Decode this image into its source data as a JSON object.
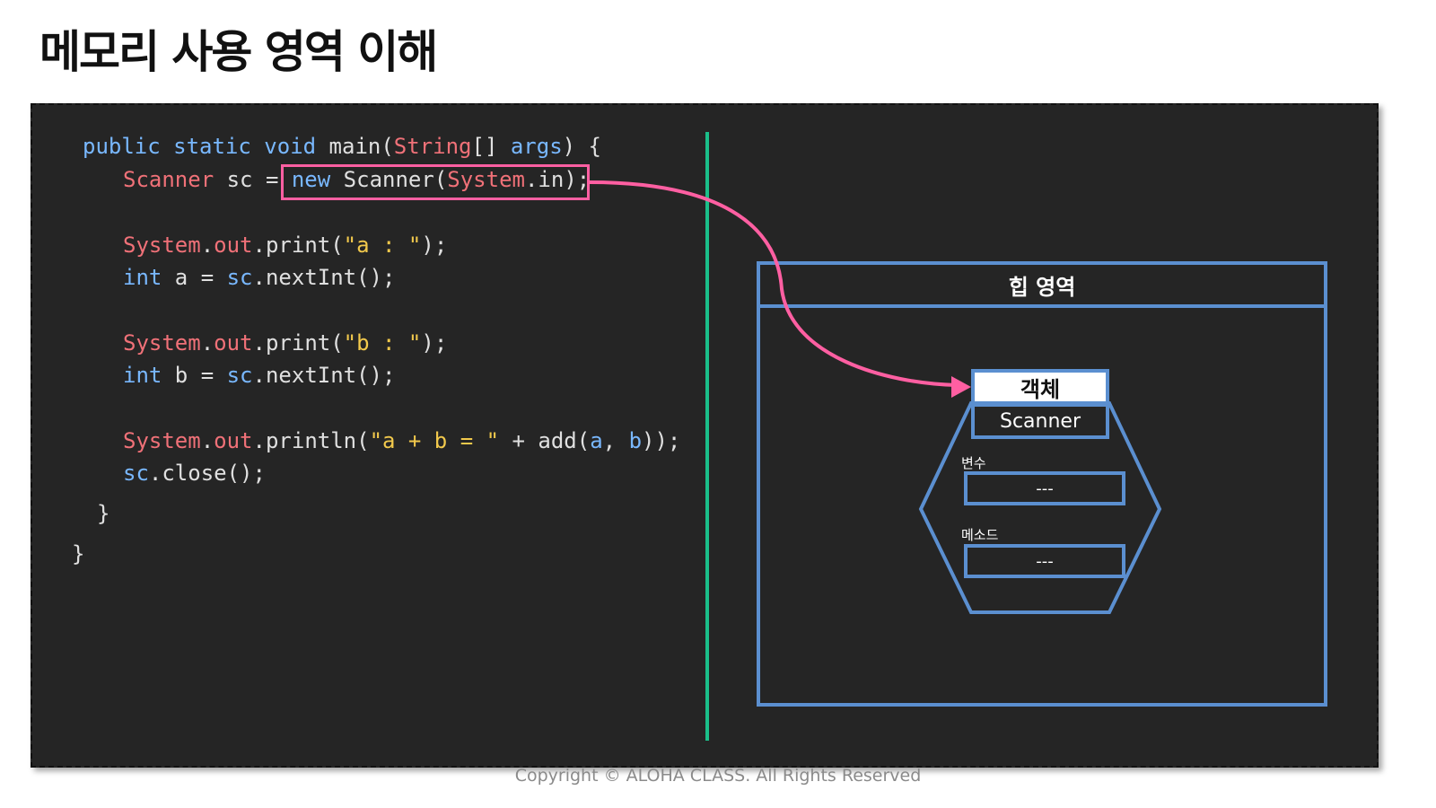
{
  "title": "메모리 사용 영역 이해",
  "code": {
    "line1": {
      "t1": "public static void ",
      "t2": "main(",
      "t3": "String",
      "t4": "[] ",
      "t5": "args",
      "t6": ") {"
    },
    "line2": {
      "t1": "Scanner",
      "t2": " sc = ",
      "t3": "new",
      "t4": " Scanner(",
      "t5": "System",
      "t6": ".in);"
    },
    "line3": {
      "t1": "System",
      "t2": ".",
      "t3": "out",
      "t4": ".print(",
      "t5": "\"a : \"",
      "t6": ");"
    },
    "line4": {
      "t1": "int",
      "t2": " a = ",
      "t3": "sc",
      "t4": ".nextInt();"
    },
    "line5": {
      "t1": "System",
      "t2": ".",
      "t3": "out",
      "t4": ".print(",
      "t5": "\"b : \"",
      "t6": ");"
    },
    "line6": {
      "t1": "int",
      "t2": " b = ",
      "t3": "sc",
      "t4": ".nextInt();"
    },
    "line7": {
      "t1": "System",
      "t2": ".",
      "t3": "out",
      "t4": ".println(",
      "t5": "\"a + b = \"",
      "t6": " + add(",
      "t7": "a",
      "t8": ", ",
      "t9": "b",
      "t10": "));"
    },
    "line8": {
      "t1": "sc",
      "t2": ".close();"
    },
    "line9": "}",
    "line10": "}"
  },
  "heap": {
    "header": "힙 영역",
    "object_title": "객체",
    "object_class": "Scanner",
    "fields_label": "변수",
    "fields_value": "---",
    "methods_label": "메소드",
    "methods_value": "---"
  },
  "colors": {
    "panel_bg": "#252525",
    "highlight": "#ff5fa2",
    "divider": "#1bbf8a",
    "heap_border": "#5b8fd0"
  },
  "copyright": "Copyright © ALOHA CLASS. All Rights Reserved"
}
